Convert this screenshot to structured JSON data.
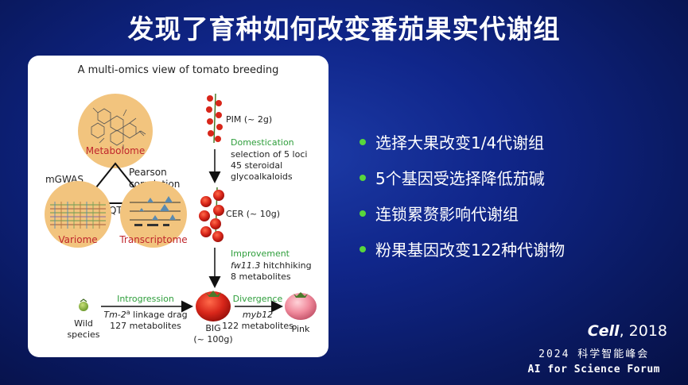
{
  "slide": {
    "title": "发现了育种如何改变番茄果实代谢组"
  },
  "figure": {
    "title": "A multi-omics view of tomato breeding",
    "omics": {
      "metabolome": "Metabolome",
      "variome": "Variome",
      "transcriptome": "Transcriptome",
      "mgwas": "mGWAS",
      "pearson_line1": "Pearson",
      "pearson_line2": "correlation",
      "eqtl": "eQTL"
    },
    "stages": {
      "pim": "PIM (~ 2g)",
      "cer": "CER (~ 10g)",
      "big_line1": "BIG",
      "big_line2": "(~ 100g)",
      "pink": "Pink",
      "wild_line1": "Wild",
      "wild_line2": "species"
    },
    "events": {
      "domestication": {
        "title": "Domestication",
        "line1": "selection of 5 loci",
        "line2": "45 steroidal",
        "line3": "glycoalkaloids"
      },
      "improvement": {
        "title": "Improvement",
        "gene": "fw11.3",
        "line1_rest": " hitchhiking",
        "line2": "8 metabolites"
      },
      "introgression": {
        "title": "Introgression",
        "gene": "Tm-2",
        "sup": "a",
        "line1_rest": " linkage drag",
        "line2": "127 metabolites"
      },
      "divergence": {
        "title": "Divergence",
        "gene": "myb12",
        "line2": "122 metabolites"
      }
    }
  },
  "bullets": [
    "选择大果改变1/4代谢组",
    "5个基因受选择降低茄碱",
    "连锁累赘影响代谢组",
    "粉果基因改变122种代谢物"
  ],
  "citation": {
    "journal": "Cell",
    "rest": ", 2018"
  },
  "forum": {
    "line1": "2024 科学智能峰会",
    "line2": "AI for Science Forum"
  },
  "colors": {
    "bullet_dot": "#58d63c",
    "event_green": "#2e9e3b",
    "omics_red": "#c0262c",
    "omics_circle": "#f2c47e"
  }
}
